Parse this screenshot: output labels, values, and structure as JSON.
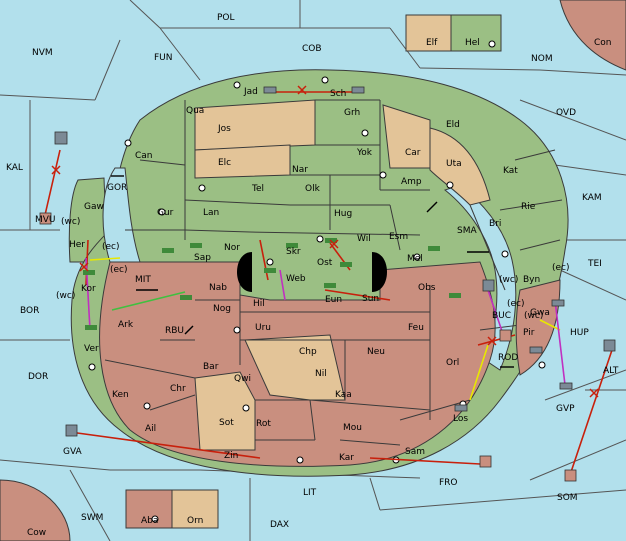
{
  "map": {
    "colors": {
      "sea": "#b2e0ec",
      "green_power": "#9bbf84",
      "tan_power": "#e3c498",
      "red_power": "#c98f7f",
      "support": "#000000",
      "move_red": "#c8200c",
      "move_purple": "#c030c0",
      "move_yellow": "#e8e800",
      "move_green": "#40c040"
    },
    "legend": {
      "left": "Elf",
      "right": "Hel",
      "bottom_left": "Aba",
      "bottom_right": "Orn"
    },
    "sea_labels": [
      "POL",
      "COB",
      "FUN",
      "NVM",
      "NOM",
      "Con",
      "OVD",
      "KAL",
      "GOR",
      "KAM",
      "TEI",
      "MVU",
      "MIT",
      "SMA",
      "BOR",
      "DOR",
      "RBU",
      "BUC",
      "ROD",
      "HUP",
      "ALT",
      "GVA",
      "GVP",
      "FRO",
      "SOM",
      "LIT",
      "SWM",
      "DAX",
      "Cow"
    ],
    "green_labels": [
      "Jad",
      "Sch",
      "Qua",
      "Grh",
      "Can",
      "Jos",
      "Eld",
      "Car",
      "Elc",
      "Yok",
      "Uta",
      "Nar",
      "Kat",
      "Amp",
      "Tel",
      "Olk",
      "Gur",
      "Lan",
      "Hug",
      "Rie",
      "Bri",
      "Esm",
      "Nor",
      "Skr",
      "Wil",
      "Sap",
      "Mel",
      "Byn",
      "Gaw",
      "Her"
    ],
    "red_labels": [
      "Web",
      "Ost",
      "Hil",
      "Eun",
      "Sun",
      "Obs",
      "Nab",
      "Nog",
      "Kor",
      "Ark",
      "Uru",
      "Feu",
      "Ver",
      "Chp",
      "Neu",
      "Orl",
      "Gwa",
      "Pir",
      "Bar",
      "Qwi",
      "Nil",
      "Ken",
      "Chr",
      "Kaa",
      "Los",
      "Ail",
      "Sot",
      "Rot",
      "Mou",
      "Zin",
      "Kar",
      "Sam"
    ],
    "coast_labels": [
      "(wc)",
      "(ec)",
      "(ec)",
      "(wc)",
      "(wc)",
      "(ec)",
      "(ec)",
      "(wc)"
    ]
  }
}
